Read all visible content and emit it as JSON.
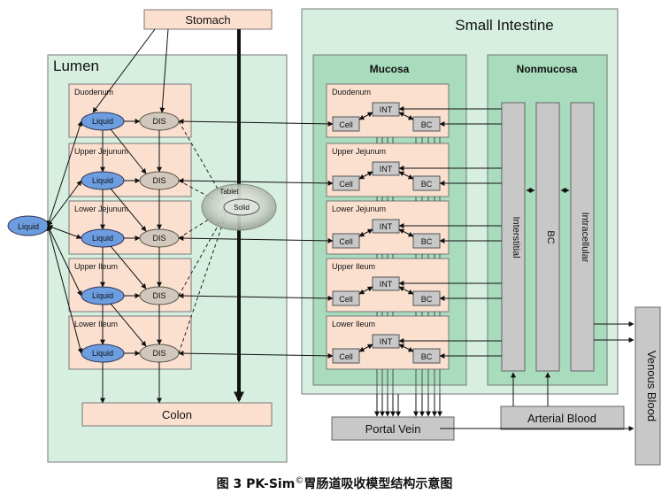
{
  "stomach": "Stomach",
  "colon": "Colon",
  "lumen": {
    "title": "Lumen",
    "liquid": "Liquid"
  },
  "segments": [
    "Duodenum",
    "Upper Jejunum",
    "Lower Jejunum",
    "Upper Ileum",
    "Lower Ileum"
  ],
  "node_labels": {
    "liquid": "Liquid",
    "dis": "DIS",
    "cell": "Cell",
    "int": "INT",
    "bc": "BC"
  },
  "tablet": {
    "label": "Tablet",
    "solid": "Solid"
  },
  "small_intestine": {
    "title": "Small Intestine",
    "mucosa": "Mucosa",
    "nonmucosa": "Nonmucosa",
    "interstitial": "Interstitial",
    "bc": "BC",
    "intracellular": "Intracellular"
  },
  "portal_vein": "Portal Vein",
  "arterial_blood": "Arterial Blood",
  "venous_blood": "Venous Blood",
  "caption": {
    "prefix": "图 3   PK-Sim",
    "symbol": "©",
    "suffix": "胃肠道吸收模型结构示意图"
  },
  "colors": {
    "green_light": "#d6efe0",
    "green_mid": "#a9dbbd",
    "segment": "#fbe0d0",
    "liquid": "#6c9de0",
    "dis": "#d2c7bc",
    "gray": "#c8c8c8"
  }
}
